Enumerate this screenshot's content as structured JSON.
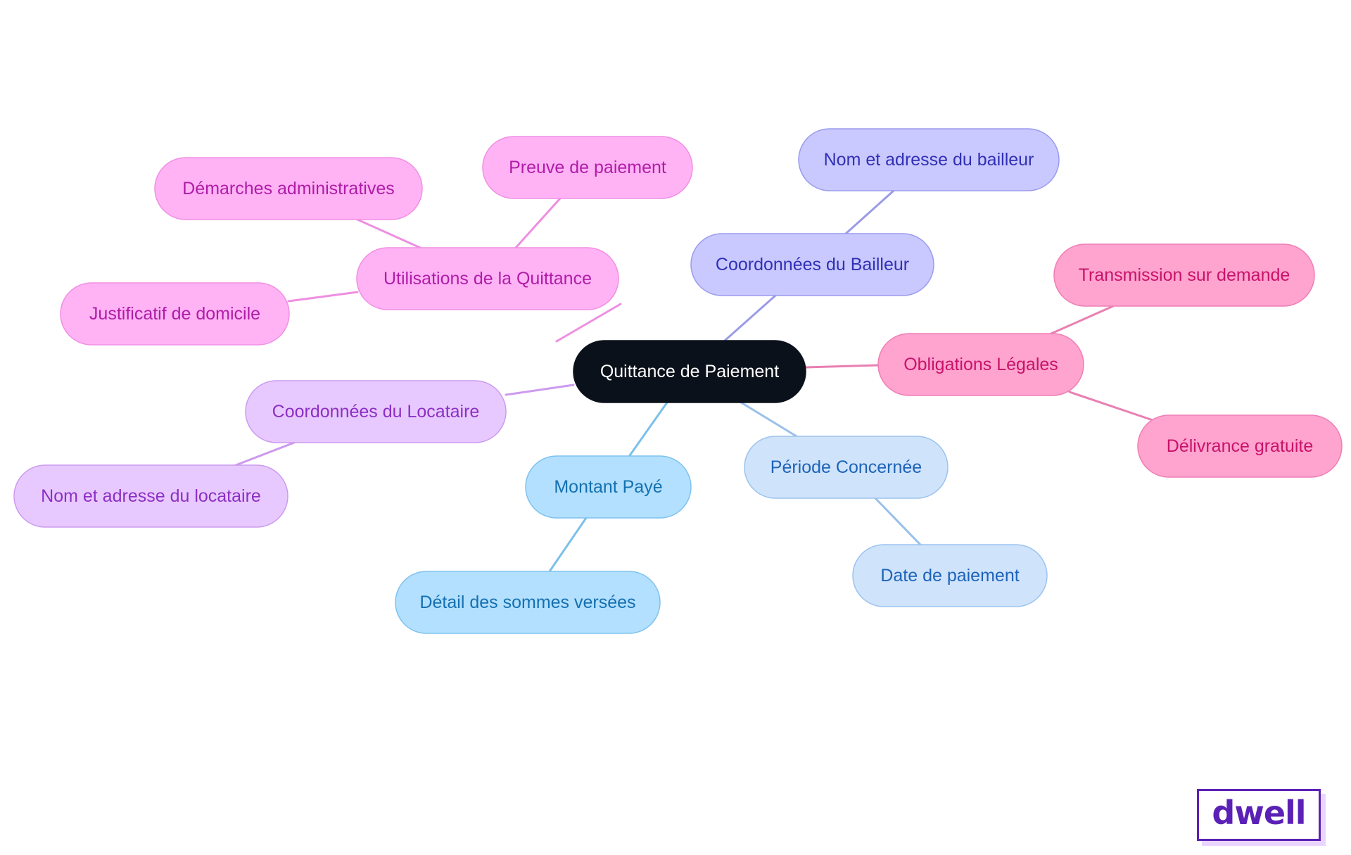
{
  "center": {
    "label": "Quittance de Paiement",
    "colors": {
      "fill": "#0b111a",
      "stroke": "#0b111a",
      "text": "#ffffff"
    }
  },
  "branches": [
    {
      "key": "utilisations",
      "label": "Utilisations de la Quittance",
      "colors": {
        "fill": "#ffb3f5",
        "stroke": "#f08fe4",
        "text": "#b01ca8",
        "line": "#ee8fe0"
      },
      "children": [
        {
          "key": "demarches",
          "label": "Démarches administratives"
        },
        {
          "key": "preuve",
          "label": "Preuve de paiement"
        },
        {
          "key": "justificatif",
          "label": "Justificatif de domicile"
        }
      ]
    },
    {
      "key": "bailleur",
      "label": "Coordonnées du Bailleur",
      "colors": {
        "fill": "#c9c9ff",
        "stroke": "#9b9bef",
        "text": "#3130b5",
        "line": "#9b9be8"
      },
      "children": [
        {
          "key": "nom-bailleur",
          "label": "Nom et adresse du bailleur"
        }
      ]
    },
    {
      "key": "obligations",
      "label": "Obligations Légales",
      "colors": {
        "fill": "#ffa3cf",
        "stroke": "#ef7fb5",
        "text": "#c8136a",
        "line": "#e97fb2"
      },
      "children": [
        {
          "key": "transmission",
          "label": "Transmission sur demande"
        },
        {
          "key": "delivrance",
          "label": "Délivrance gratuite"
        }
      ]
    },
    {
      "key": "locataire",
      "label": "Coordonnées du Locataire",
      "colors": {
        "fill": "#e8c9ff",
        "stroke": "#cb9bef",
        "text": "#8c2fc4",
        "line": "#cd9aee"
      },
      "children": [
        {
          "key": "nom-locataire",
          "label": "Nom et adresse du locataire"
        }
      ]
    },
    {
      "key": "montant",
      "label": "Montant Payé",
      "colors": {
        "fill": "#b3e0ff",
        "stroke": "#7fc2ed",
        "text": "#1570b0",
        "line": "#7cc0ea"
      },
      "children": [
        {
          "key": "detail",
          "label": "Détail des sommes versées"
        }
      ]
    },
    {
      "key": "periode",
      "label": "Période Concernée",
      "colors": {
        "fill": "#cfe3fb",
        "stroke": "#9cc3ee",
        "text": "#1d63b8",
        "line": "#99c0ea"
      },
      "children": [
        {
          "key": "date",
          "label": "Date de paiement"
        }
      ]
    }
  ],
  "logo": {
    "text": "dwell",
    "color": "#5b21b6"
  }
}
